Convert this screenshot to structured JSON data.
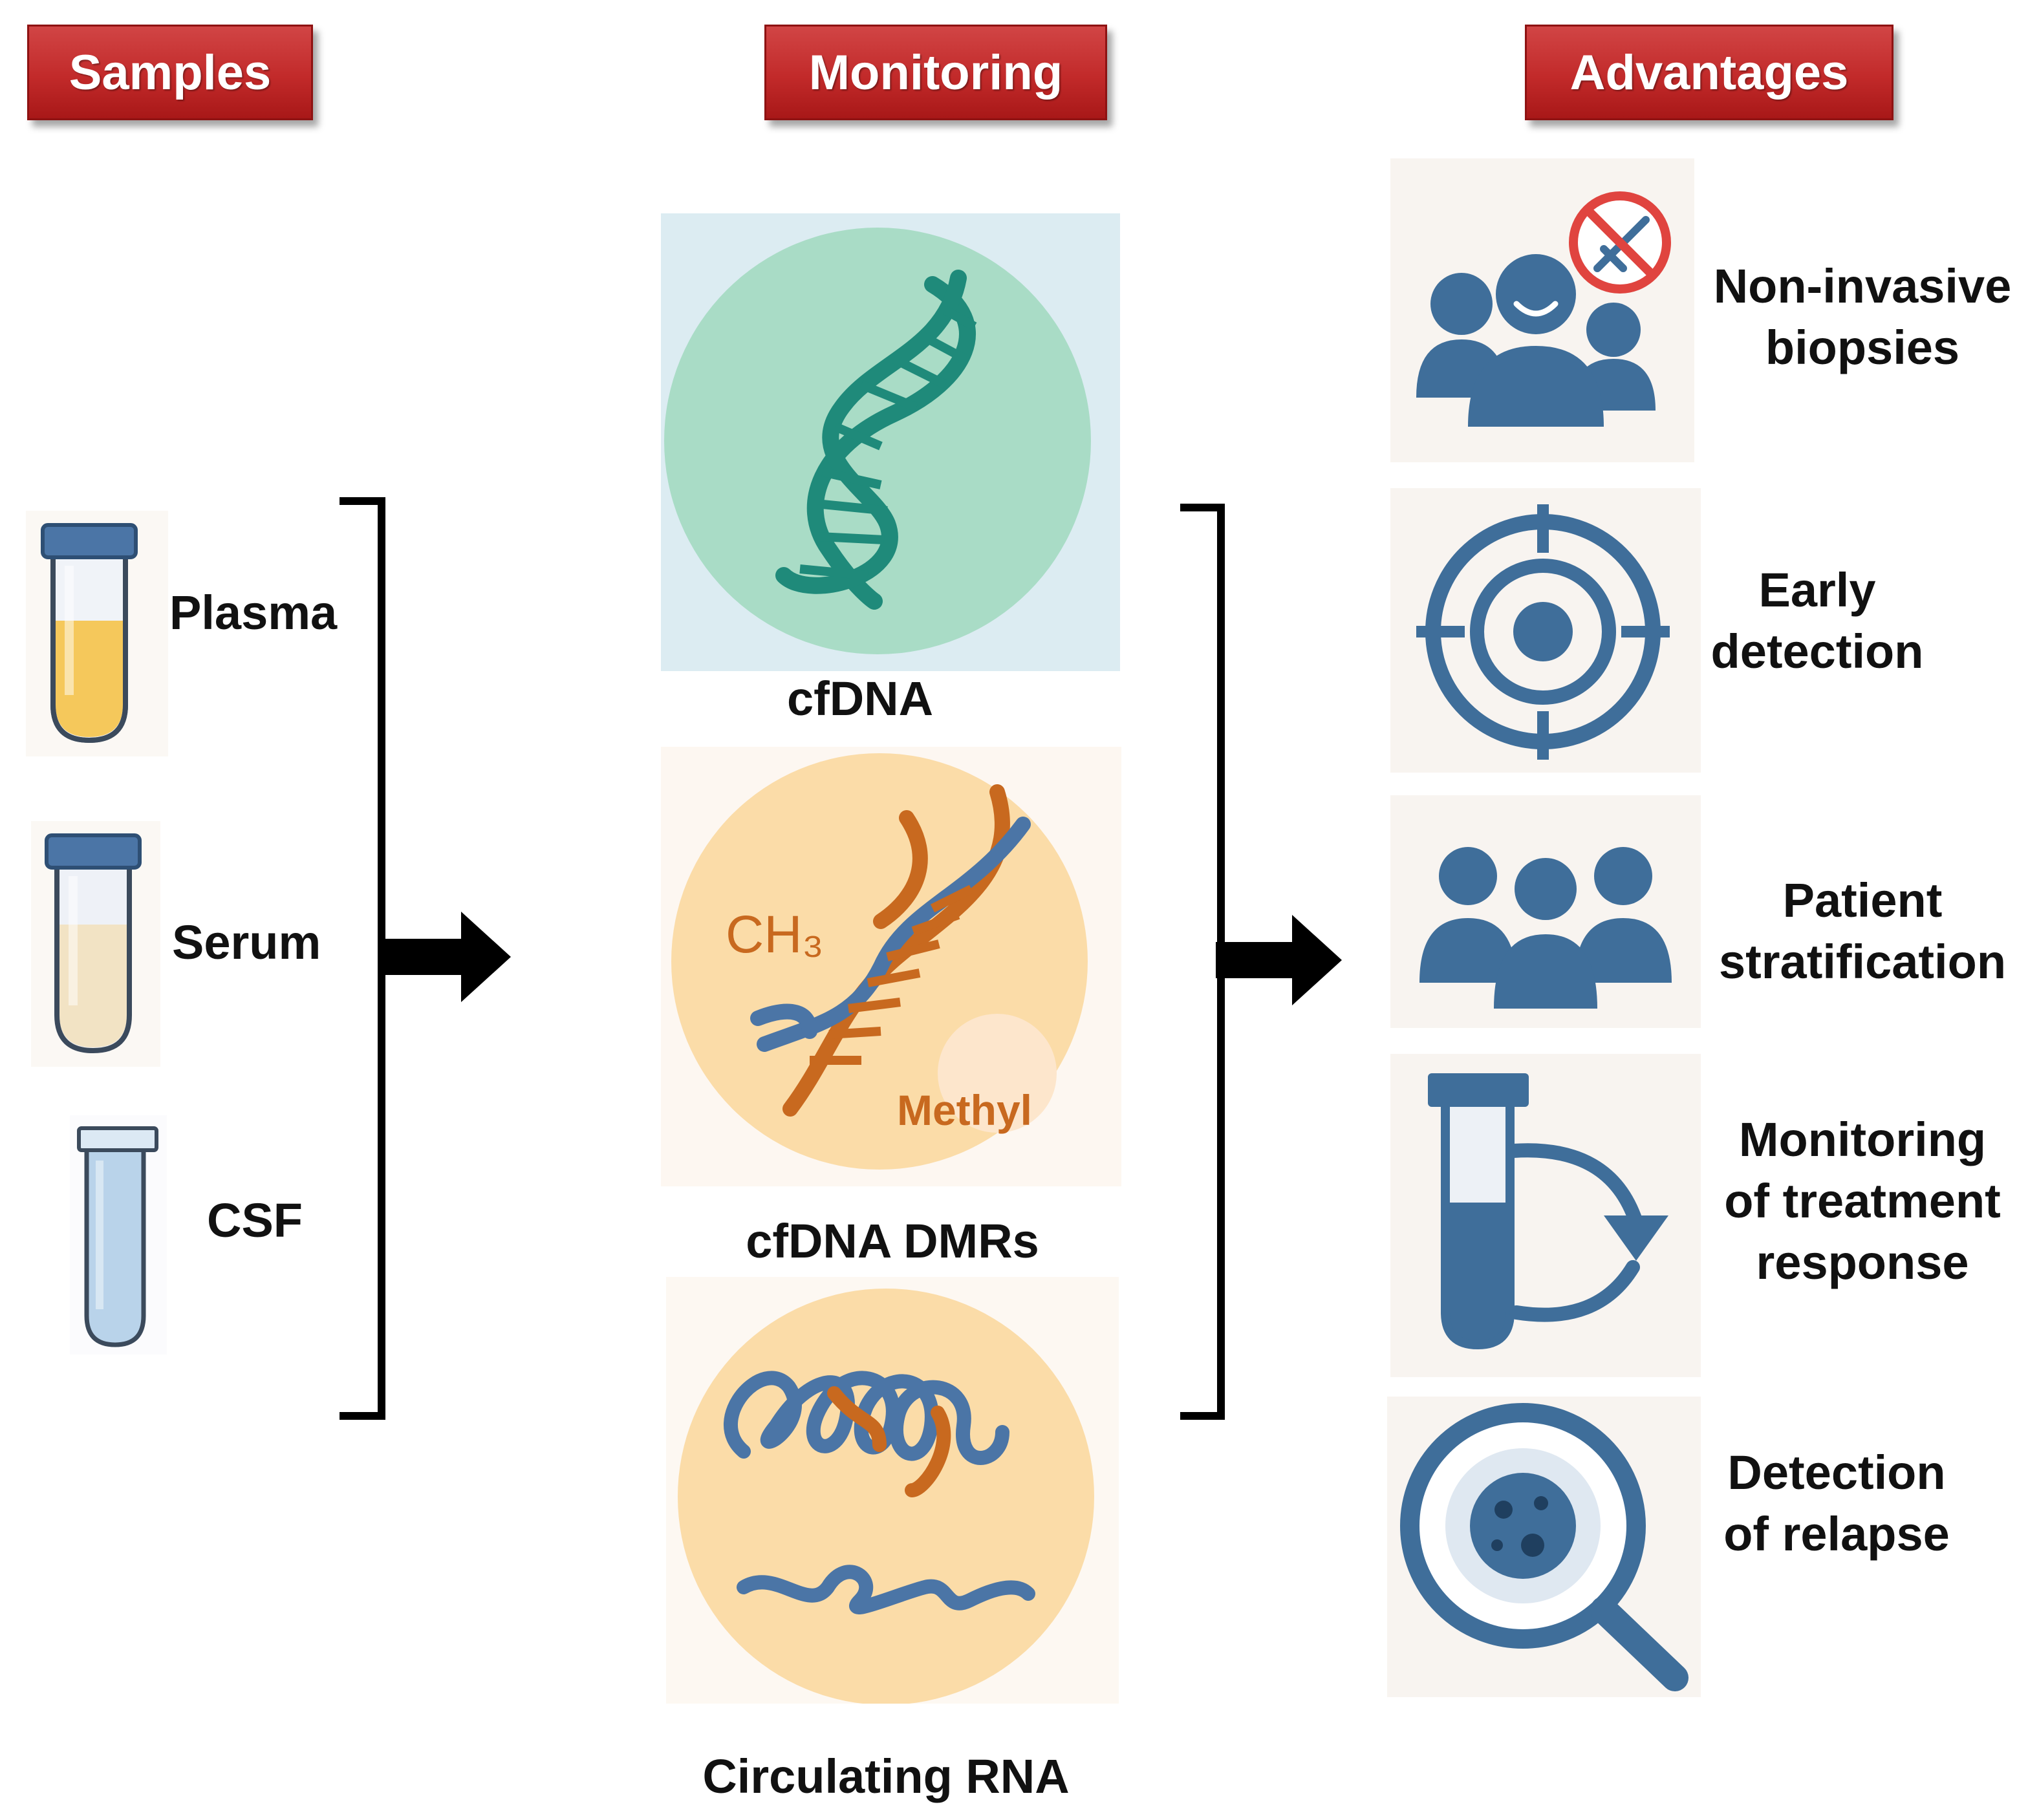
{
  "headers": {
    "samples": "Samples",
    "monitoring": "Monitoring",
    "advantages": "Advantages"
  },
  "samples": [
    {
      "label": "Plasma",
      "icon": "plasma-tube-icon",
      "fill": "#f5c85b"
    },
    {
      "label": "Serum",
      "icon": "serum-tube-icon",
      "fill": "#f2e3c4"
    },
    {
      "label": "CSF",
      "icon": "csf-tube-icon",
      "fill": "#b9d3ea"
    }
  ],
  "monitoring": [
    {
      "label": "cfDNA",
      "icon": "dna-helix-icon"
    },
    {
      "label": "cfDNA DMRs",
      "icon": "methylated-dna-icon",
      "inner_text_ch3": "CH₃",
      "inner_text_methyl": "Methyl"
    },
    {
      "label": "Circulating RNA",
      "icon": "rna-strand-icon"
    }
  ],
  "advantages": [
    {
      "line1": "Non-invasive",
      "line2": "biopsies",
      "icon": "people-no-needle-icon"
    },
    {
      "line1": "Early",
      "line2": "detection",
      "icon": "target-icon"
    },
    {
      "line1": "Patient",
      "line2": "stratification",
      "icon": "patient-group-icon"
    },
    {
      "line1": "Monitoring",
      "line2": "of treatment",
      "line3": "response",
      "icon": "tube-cycle-icon"
    },
    {
      "line1": "Detection",
      "line2": "of relapse",
      "icon": "magnifier-cell-icon"
    }
  ],
  "colors": {
    "header_red": "#c22a2a",
    "icon_blue": "#3f6e9a",
    "dna_teal": "#1f8a7a",
    "cfdna_bg": "#a9dcc6",
    "dmr_bg": "#fbdca8",
    "dna_orange": "#c8691f"
  }
}
